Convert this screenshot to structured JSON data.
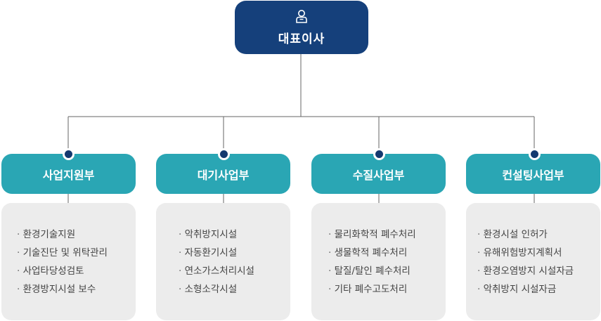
{
  "ceo": {
    "title": "대표이사",
    "icon": "person-icon"
  },
  "departments": [
    {
      "name": "사업지원부",
      "items": [
        "환경기술지원",
        "기술진단 및 위탁관리",
        "사업타당성검토",
        "환경방지시설 보수"
      ]
    },
    {
      "name": "대기사업부",
      "items": [
        "악취방지시설",
        "자동환기시설",
        "연소가스처리시설",
        "소형소각시설"
      ]
    },
    {
      "name": "수질사업부",
      "items": [
        "물리화학적 폐수처리",
        "생물학적 폐수처리",
        "탈질/탈인 폐수처리",
        "기타 폐수고도처리"
      ]
    },
    {
      "name": "컨설팅사업부",
      "items": [
        "환경시설 인허가",
        "유해위험방지계획서",
        "환경오염방지 시설자금",
        "악취방지 시설자금"
      ]
    }
  ],
  "colors": {
    "ceo_box": "#15407b",
    "department_header": "#2aa6b4",
    "department_body": "#ececec",
    "connector_dot": "#14396f",
    "connector_line": "#666666"
  }
}
